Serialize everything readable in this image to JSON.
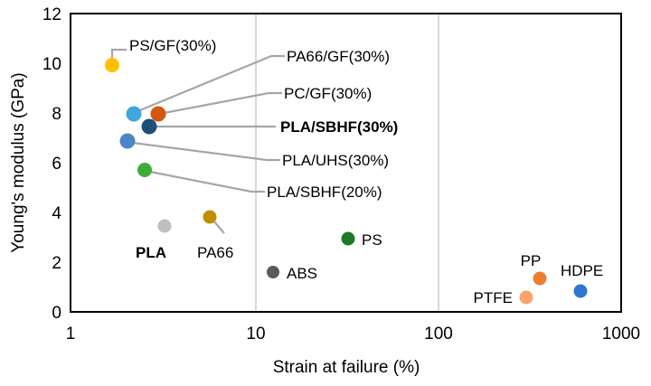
{
  "chart_data": {
    "type": "scatter",
    "title": "",
    "xlabel": "Strain at failure (%)",
    "ylabel": "Young's modulus (GPa)",
    "xscale": "log",
    "xlim": [
      1,
      1000
    ],
    "ylim": [
      0,
      12
    ],
    "xticks": [
      "1",
      "10",
      "100",
      "1000"
    ],
    "yticks": [
      "0",
      "2",
      "4",
      "6",
      "8",
      "10",
      "12"
    ],
    "grid": "vertical-only",
    "legend": "none",
    "points": [
      {
        "label": "PS/GF(30%)",
        "x": 1.75,
        "y": 10.0,
        "color": "#ffc000",
        "bold": false,
        "leader": true
      },
      {
        "label": "PA66/GF(30%)",
        "x": 2.15,
        "y": 8.0,
        "color": "#41a6dd",
        "bold": false,
        "leader": true
      },
      {
        "label": "PC/GF(30%)",
        "x": 2.55,
        "y": 8.0,
        "color": "#d2570f",
        "bold": false,
        "leader": true
      },
      {
        "label": "PLA/SBHF(30%)",
        "x": 2.4,
        "y": 7.5,
        "color": "#1f4e79",
        "bold": true,
        "leader": true
      },
      {
        "label": "PLA/UHS(30%)",
        "x": 1.9,
        "y": 6.9,
        "color": "#4a86c8",
        "bold": false,
        "leader": true
      },
      {
        "label": "PLA/SBHF(20%)",
        "x": 2.45,
        "y": 5.75,
        "color": "#3ead38",
        "bold": false,
        "leader": true
      },
      {
        "label": "PLA",
        "x": 3.05,
        "y": 3.45,
        "color": "#bfbfbf",
        "bold": true,
        "leader": false
      },
      {
        "label": "PA66",
        "x": 5.8,
        "y": 3.75,
        "color": "#bf8f00",
        "bold": false,
        "leader": true
      },
      {
        "label": "ABS",
        "x": 12.5,
        "y": 1.15,
        "color": "#5a5a5a",
        "bold": false,
        "leader": false
      },
      {
        "label": "PS",
        "x": 22.0,
        "y": 3.2,
        "color": "#1d7a27",
        "bold": false,
        "leader": false
      },
      {
        "label": "PTFE",
        "x": 300.0,
        "y": 0.6,
        "color": "#f8a46a",
        "bold": false,
        "leader": false
      },
      {
        "label": "PP",
        "x": 350.0,
        "y": 1.35,
        "color": "#ed7d31",
        "bold": false,
        "leader": false
      },
      {
        "label": "HDPE",
        "x": 600.0,
        "y": 0.9,
        "color": "#2e75d4",
        "bold": false,
        "leader": false
      }
    ]
  },
  "labels": {
    "ps_gf": "PS/GF(30%)",
    "pa66_gf": "PA66/GF(30%)",
    "pc_gf": "PC/GF(30%)",
    "pla_sbhf30": "PLA/SBHF(30%)",
    "pla_uhs30": "PLA/UHS(30%)",
    "pla_sbhf20": "PLA/SBHF(20%)",
    "pla": "PLA",
    "pa66": "PA66",
    "abs": "ABS",
    "ps": "PS",
    "ptfe": "PTFE",
    "pp": "PP",
    "hdpe": "HDPE"
  },
  "axes": {
    "x_title": "Strain at failure (%)",
    "y_title": "Young's modulus (GPa)",
    "x_tick_1": "1",
    "x_tick_10": "10",
    "x_tick_100": "100",
    "x_tick_1000": "1000",
    "y_tick_0": "0",
    "y_tick_2": "2",
    "y_tick_4": "4",
    "y_tick_6": "6",
    "y_tick_8": "8",
    "y_tick_10": "10",
    "y_tick_12": "12"
  },
  "colors": {
    "frame": "#000000",
    "gridline": "#d9d9d9",
    "leader": "#a6a6a6"
  }
}
